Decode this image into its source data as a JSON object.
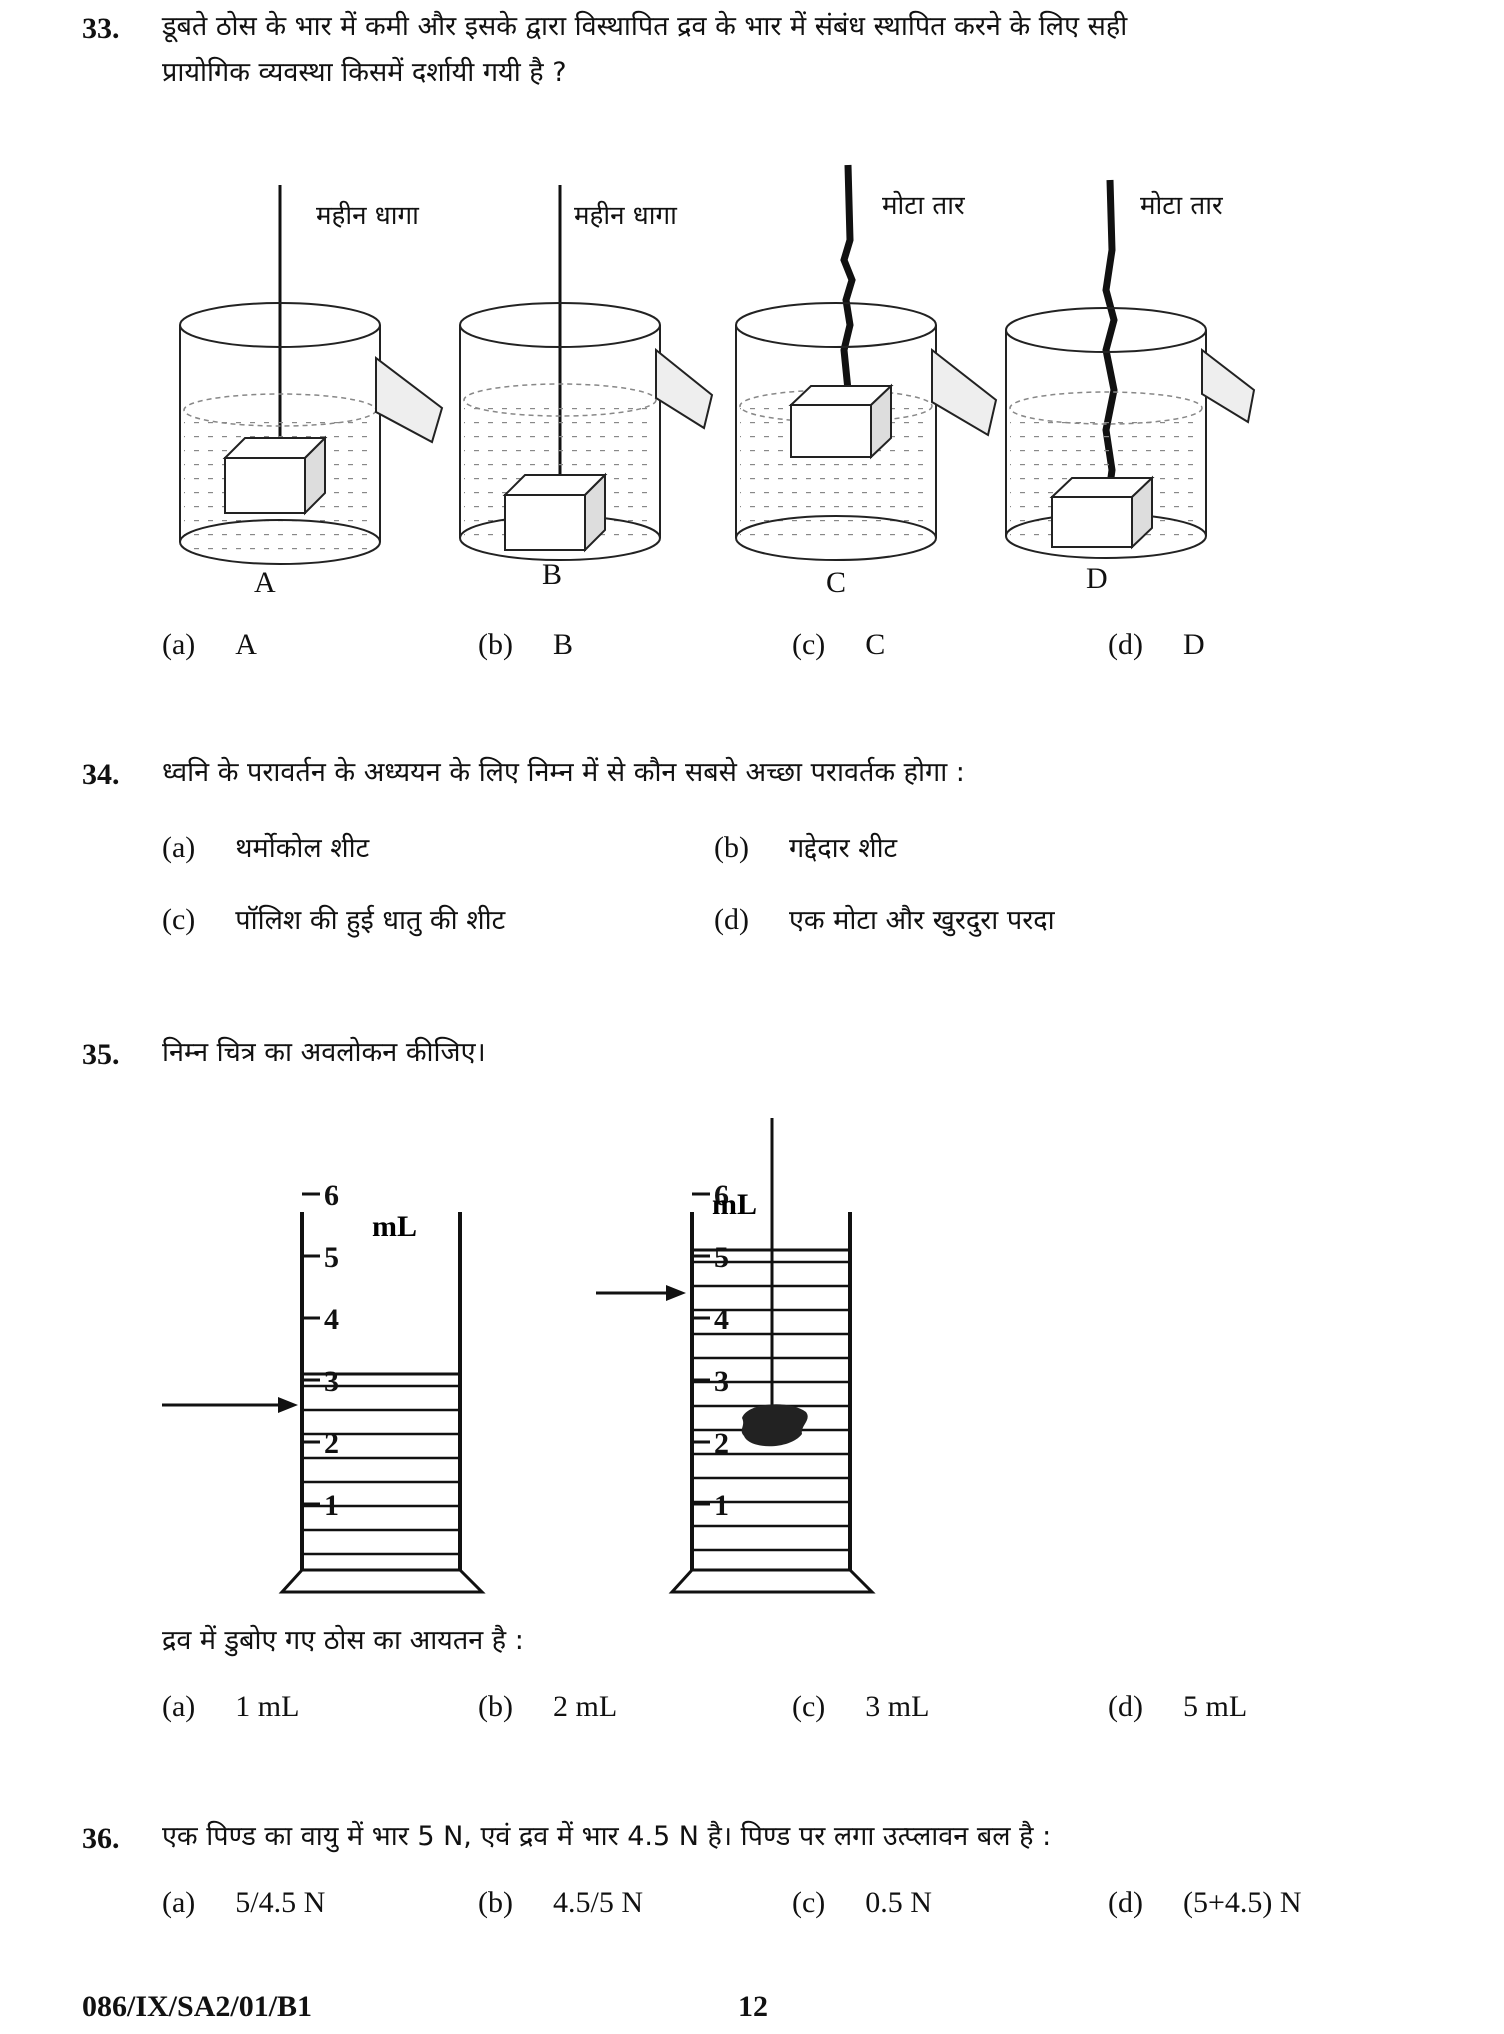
{
  "q33": {
    "number": "33.",
    "text_line1": "डूबते ठोस के भार में कमी और इसके द्वारा विस्थापित द्रव के भार में संबंध स्थापित करने के लिए सही",
    "text_line2": "प्रायोगिक व्यवस्था किसमें दर्शायी गयी है ?",
    "figure_labels": [
      "महीन धागा",
      "महीन धागा",
      "मोटा तार",
      "मोटा तार"
    ],
    "figure_captions": [
      "A",
      "B",
      "C",
      "D"
    ],
    "options": [
      {
        "letter": "(a)",
        "text": "A"
      },
      {
        "letter": "(b)",
        "text": "B"
      },
      {
        "letter": "(c)",
        "text": "C"
      },
      {
        "letter": "(d)",
        "text": "D"
      }
    ]
  },
  "q34": {
    "number": "34.",
    "text": "ध्वनि के परावर्तन के अध्ययन के लिए निम्न में से कौन सबसे अच्छा परावर्तक होगा :",
    "options": [
      {
        "letter": "(a)",
        "text": "थर्मोकोल शीट"
      },
      {
        "letter": "(b)",
        "text": "गद्देदार शीट"
      },
      {
        "letter": "(c)",
        "text": "पॉलिश की हुई धातु की शीट"
      },
      {
        "letter": "(d)",
        "text": "एक मोटा और खुरदुरा परदा"
      }
    ]
  },
  "q35": {
    "number": "35.",
    "text": "निम्न चित्र का अवलोकन कीजिए।",
    "unit_label": "mL",
    "scale_ticks": [
      "6",
      "5",
      "4",
      "3",
      "2",
      "1"
    ],
    "level_before_ml": 3,
    "level_after_ml": 5,
    "question": "द्रव में डुबोए गए ठोस का आयतन  है :",
    "options": [
      {
        "letter": "(a)",
        "text": "1 mL"
      },
      {
        "letter": "(b)",
        "text": "2 mL"
      },
      {
        "letter": "(c)",
        "text": "3 mL"
      },
      {
        "letter": "(d)",
        "text": "5 mL"
      }
    ]
  },
  "q36": {
    "number": "36.",
    "text": "एक पिण्ड का वायु में भार 5 N, एवं द्रव में भार 4.5 N है।  पिण्ड पर लगा उत्प्लावन बल है :",
    "options": [
      {
        "letter": "(a)",
        "text": "5/4.5 N"
      },
      {
        "letter": "(b)",
        "text": "4.5/5 N"
      },
      {
        "letter": "(c)",
        "text": "0.5 N"
      },
      {
        "letter": "(d)",
        "text": "(5+4.5) N"
      }
    ]
  },
  "footer": {
    "code": "086/IX/SA2/01/B1",
    "page": "12"
  }
}
